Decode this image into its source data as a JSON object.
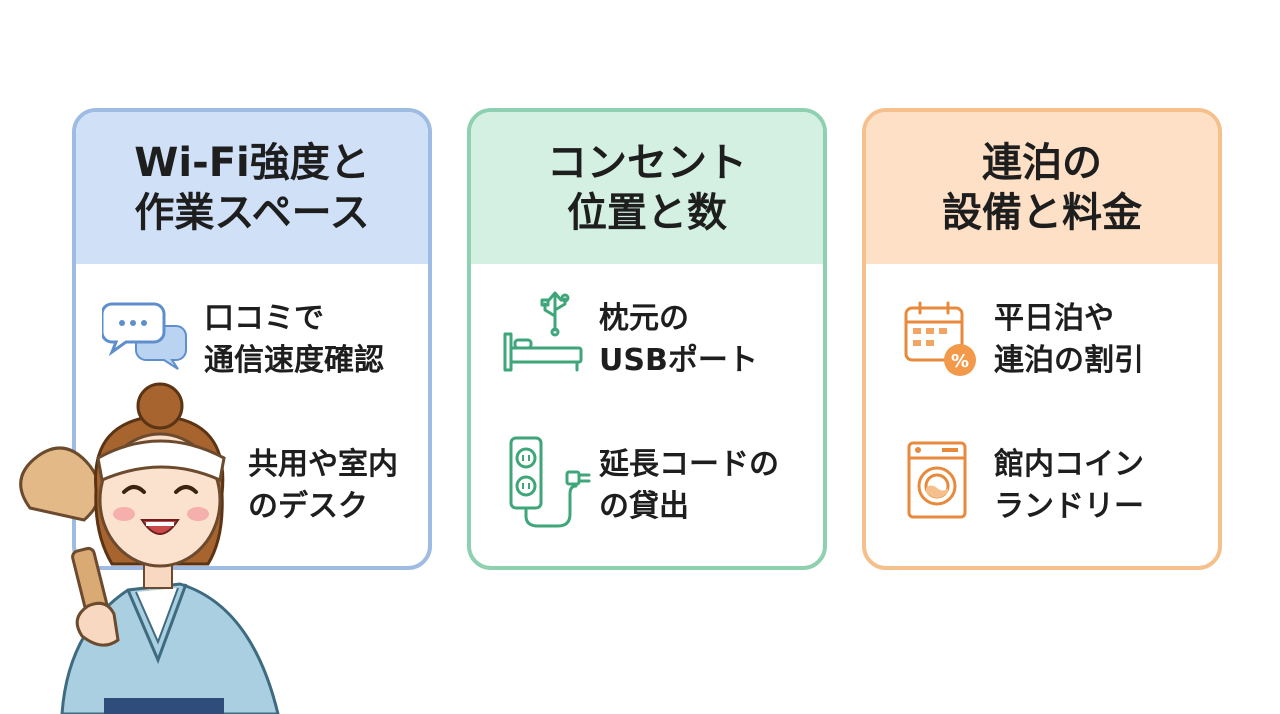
{
  "colors": {
    "blue_border": "#9dbbe3",
    "blue_header": "#d0e0f7",
    "green_border": "#8fd0b0",
    "green_header": "#d3f0e2",
    "orange_border": "#f5c08c",
    "orange_header": "#fde0c6"
  },
  "cards": [
    {
      "title_line1": "Wi-Fi強度と",
      "title_line2": "作業スペース",
      "items": [
        {
          "icon": "chat-bubbles-icon",
          "line1": "口コミで",
          "line2": "通信速度確認"
        },
        {
          "icon": "",
          "line1": "共用や室内",
          "line2": "のデスク"
        }
      ]
    },
    {
      "title_line1": "コンセント",
      "title_line2": "位置と数",
      "items": [
        {
          "icon": "bed-usb-icon",
          "line1": "枕元の",
          "line2": "USBポート"
        },
        {
          "icon": "power-strip-icon",
          "line1": "延長コードの",
          "line2": "の貸出"
        }
      ]
    },
    {
      "title_line1": "連泊の",
      "title_line2": "設備と料金",
      "items": [
        {
          "icon": "calendar-discount-icon",
          "line1": "平日泊や",
          "line2": "連泊の割引"
        },
        {
          "icon": "washing-machine-icon",
          "line1": "館内コイン",
          "line2": "ランドリー"
        }
      ]
    }
  ],
  "figure": {
    "icon": "yukata-woman-with-paddle-icon"
  }
}
